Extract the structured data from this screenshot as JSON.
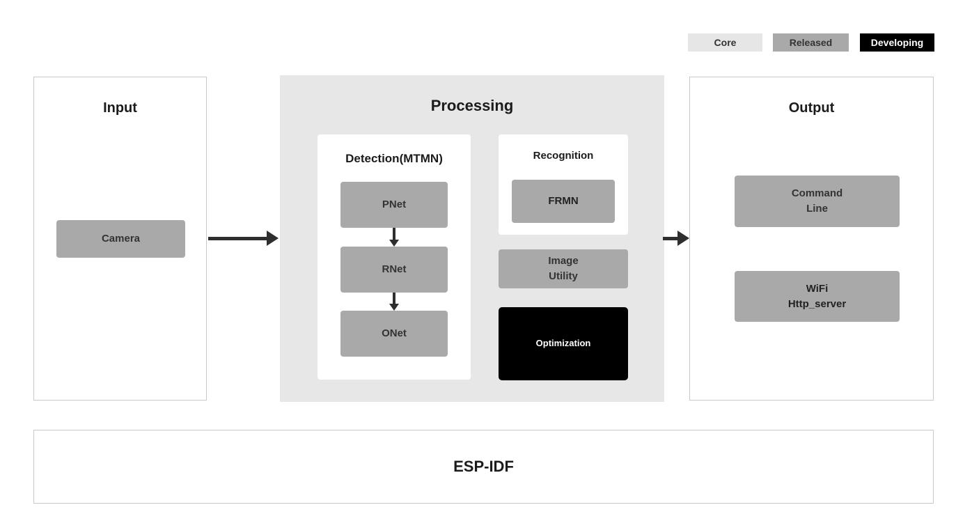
{
  "legend": {
    "core_label": "Core",
    "released_label": "Released",
    "developing_label": "Developing"
  },
  "input_panel": {
    "title": "Input",
    "camera_label": "Camera"
  },
  "processing_panel": {
    "title": "Processing",
    "detection": {
      "title": "Detection(MTMN)",
      "nodes": [
        "PNet",
        "RNet",
        "ONet"
      ]
    },
    "recognition": {
      "title": "Recognition",
      "frmn_label": "FRMN"
    },
    "image_utility": {
      "line1": "Image",
      "line2": "Utility"
    },
    "optimization_label": "Optimization"
  },
  "output_panel": {
    "title": "Output",
    "command_line": {
      "line1": "Command",
      "line2": "Line"
    },
    "wifi_server": {
      "line1": "WiFi",
      "line2": "Http_server"
    }
  },
  "foundation_panel": {
    "title": "ESP-IDF"
  },
  "colors": {
    "core_legend": "#e6e6e6",
    "released_legend": "#a9a9a9",
    "developing_legend": "#000000",
    "node_gray": "#a9a9a9",
    "processing_background": "#e7e7e7",
    "arrow": "#2e2e2e",
    "panel_border": "#c9c9c9"
  }
}
